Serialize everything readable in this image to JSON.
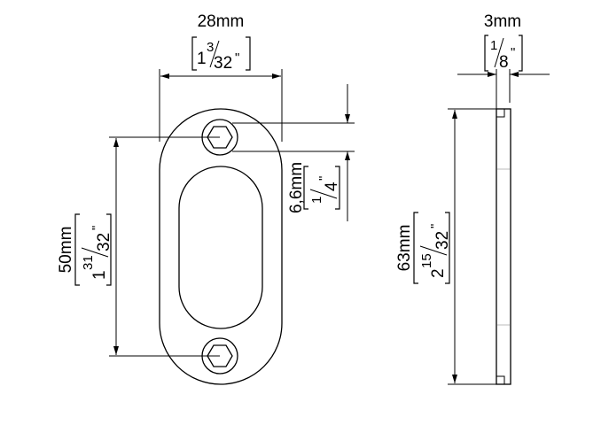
{
  "dimensions": {
    "width": {
      "metric": "28mm",
      "whole": "1",
      "num": "3",
      "den": "32",
      "unit": "\""
    },
    "height": {
      "metric": "50mm",
      "whole": "1",
      "num": "31",
      "den": "32",
      "unit": "\""
    },
    "hole": {
      "metric": "6,6mm",
      "whole": "",
      "num": "1",
      "den": "4",
      "unit": "\""
    },
    "thickness": {
      "metric": "3mm",
      "whole": "",
      "num": "1",
      "den": "8",
      "unit": "\""
    },
    "length": {
      "metric": "63mm",
      "whole": "2",
      "num": "15",
      "den": "32",
      "unit": "\""
    }
  }
}
